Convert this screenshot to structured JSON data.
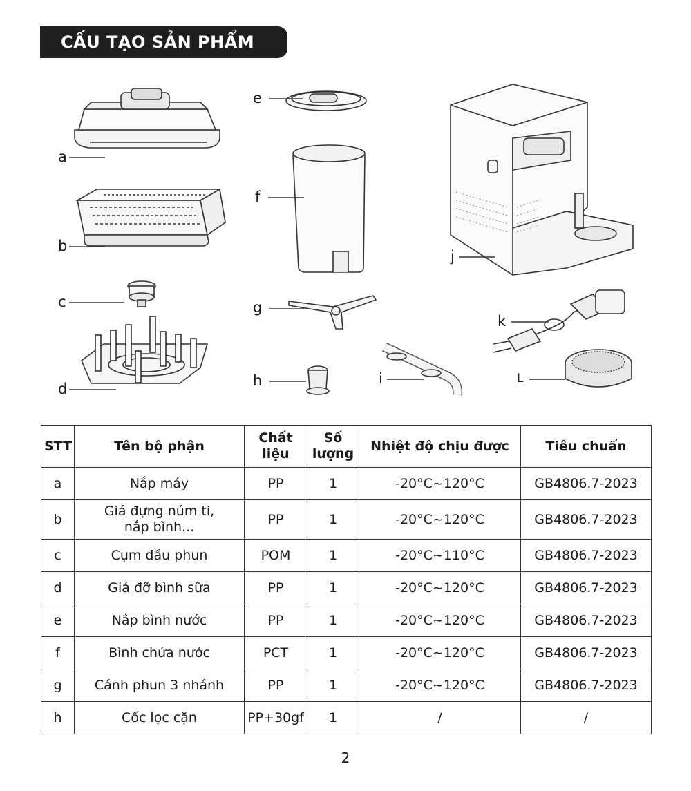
{
  "section_title": "CẤU TẠO SẢN PHẨM",
  "part_labels": {
    "a": "a",
    "b": "b",
    "c": "c",
    "d": "d",
    "e": "e",
    "f": "f",
    "g": "g",
    "h": "h",
    "i": "i",
    "j": "j",
    "k": "k",
    "l": "L"
  },
  "table": {
    "headers": {
      "stt": "STT",
      "name": "Tên bộ phận",
      "material": "Chất liệu",
      "quantity": "Số lượng",
      "temperature": "Nhiệt độ chịu được",
      "standard": "Tiêu chuẩn"
    },
    "rows": [
      {
        "stt": "a",
        "name": "Nắp máy",
        "material": "PP",
        "quantity": "1",
        "temperature": "-20°C~120°C",
        "standard": "GB4806.7-2023"
      },
      {
        "stt": "b",
        "name": "Giá đựng núm ti, nắp bình...",
        "material": "PP",
        "quantity": "1",
        "temperature": "-20°C~120°C",
        "standard": "GB4806.7-2023"
      },
      {
        "stt": "c",
        "name": "Cụm đầu phun",
        "material": "POM",
        "quantity": "1",
        "temperature": "-20°C~110°C",
        "standard": "GB4806.7-2023"
      },
      {
        "stt": "d",
        "name": "Giá đỡ bình sữa",
        "material": "PP",
        "quantity": "1",
        "temperature": "-20°C~120°C",
        "standard": "GB4806.7-2023"
      },
      {
        "stt": "e",
        "name": "Nắp bình nước",
        "material": "PP",
        "quantity": "1",
        "temperature": "-20°C~120°C",
        "standard": "GB4806.7-2023"
      },
      {
        "stt": "f",
        "name": "Bình chứa nước",
        "material": "PCT",
        "quantity": "1",
        "temperature": "-20°C~120°C",
        "standard": "GB4806.7-2023"
      },
      {
        "stt": "g",
        "name": "Cánh phun 3 nhánh",
        "material": "PP",
        "quantity": "1",
        "temperature": "-20°C~120°C",
        "standard": "GB4806.7-2023"
      },
      {
        "stt": "h",
        "name": "Cốc lọc cặn",
        "material": "PP+30gf",
        "quantity": "1",
        "temperature": "/",
        "standard": "/"
      }
    ]
  },
  "page_number": "2"
}
